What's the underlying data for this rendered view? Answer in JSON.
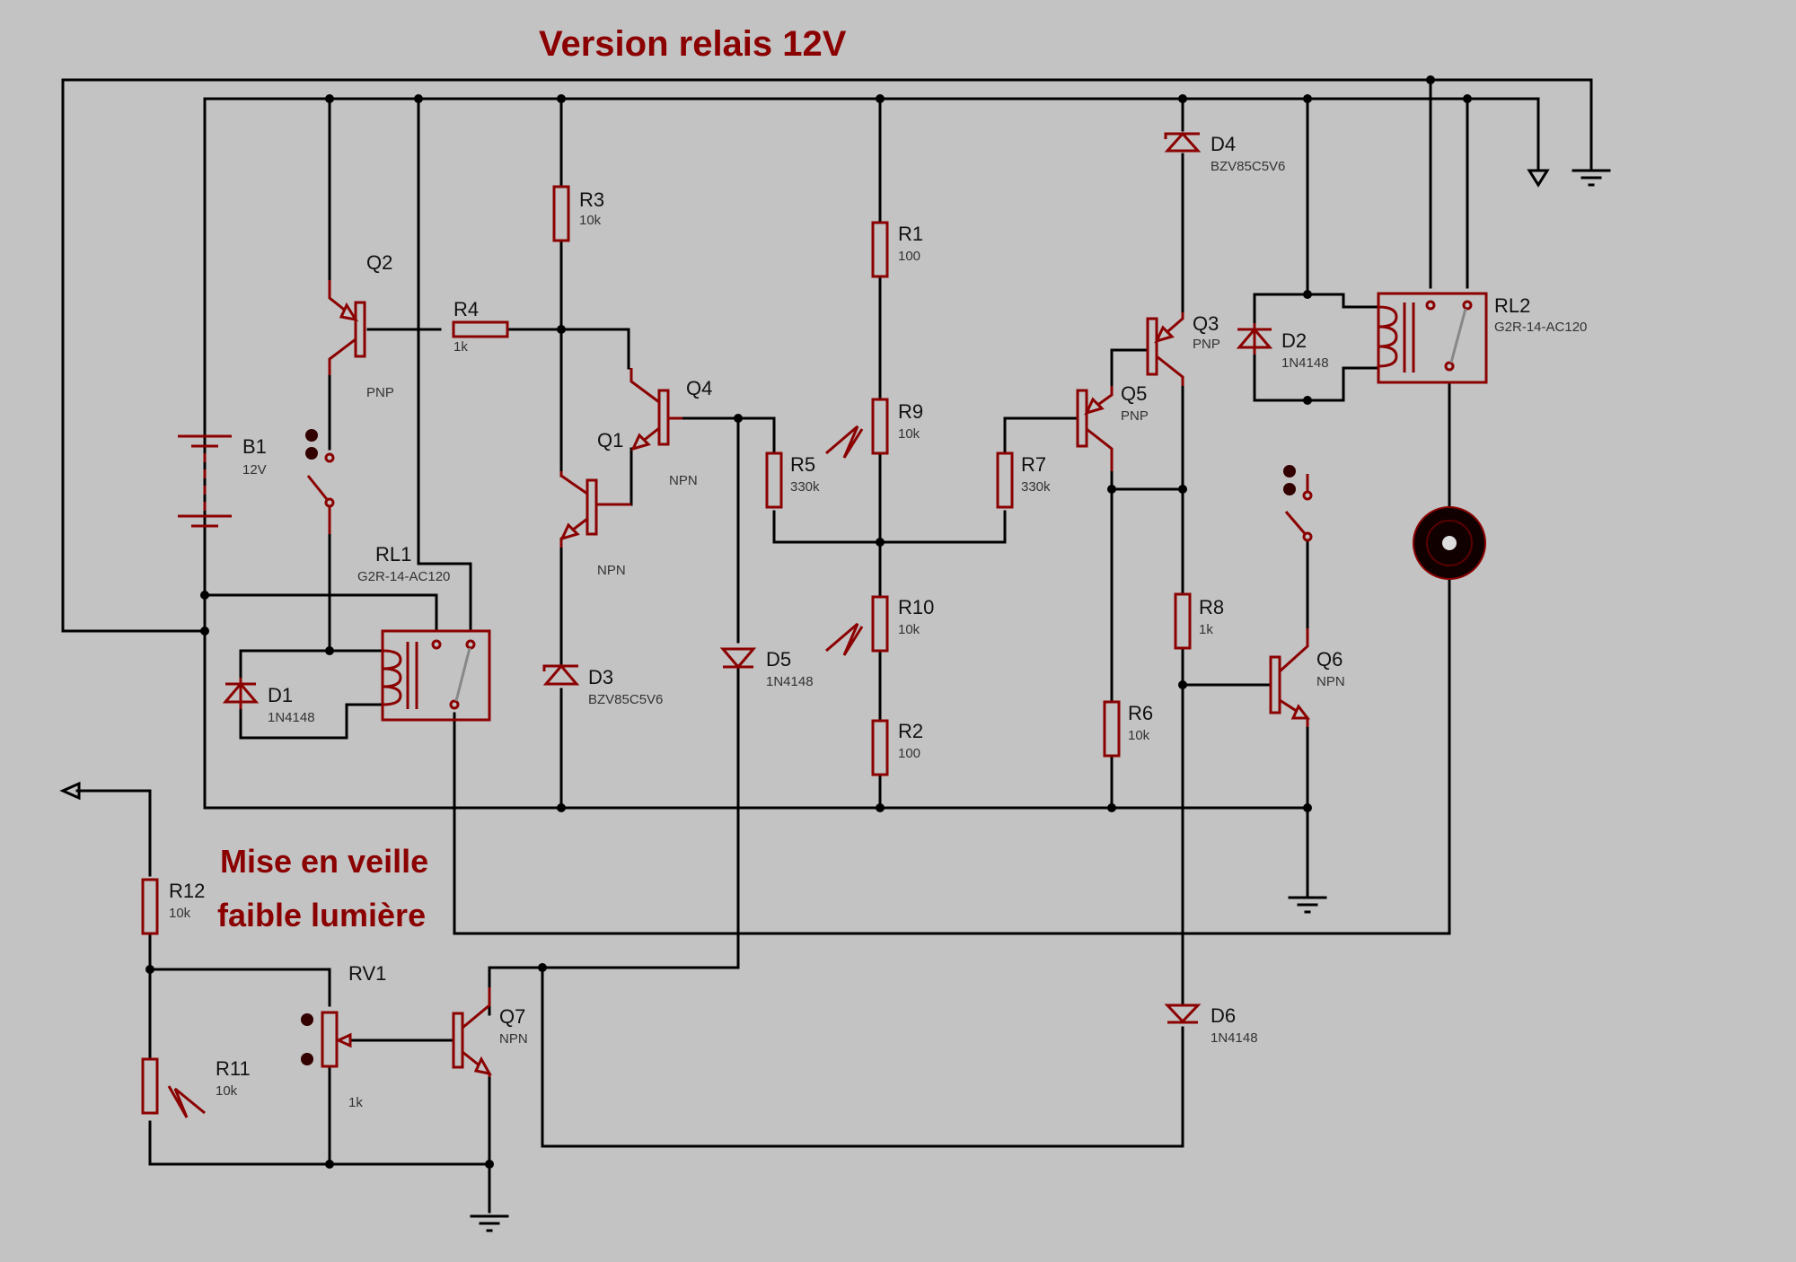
{
  "title": "Version relais 12V",
  "note": {
    "line1": "Mise en veille",
    "line2": "faible lumière"
  },
  "colors": {
    "background": "#c3c3c3",
    "component": "#8b0000",
    "wire": "#000000"
  },
  "components": {
    "B1": {
      "ref": "B1",
      "value": "12V",
      "type": "battery"
    },
    "Q1": {
      "ref": "Q1",
      "value": "NPN",
      "type": "transistor"
    },
    "Q2": {
      "ref": "Q2",
      "value": "PNP",
      "type": "transistor"
    },
    "Q3": {
      "ref": "Q3",
      "value": "PNP",
      "type": "transistor"
    },
    "Q4": {
      "ref": "Q4",
      "value": "NPN",
      "type": "transistor"
    },
    "Q5": {
      "ref": "Q5",
      "value": "PNP",
      "type": "transistor"
    },
    "Q6": {
      "ref": "Q6",
      "value": "NPN",
      "type": "transistor"
    },
    "Q7": {
      "ref": "Q7",
      "value": "NPN",
      "type": "transistor"
    },
    "R1": {
      "ref": "R1",
      "value": "100"
    },
    "R2": {
      "ref": "R2",
      "value": "100"
    },
    "R3": {
      "ref": "R3",
      "value": "10k"
    },
    "R4": {
      "ref": "R4",
      "value": "1k"
    },
    "R5": {
      "ref": "R5",
      "value": "330k"
    },
    "R6": {
      "ref": "R6",
      "value": "10k"
    },
    "R7": {
      "ref": "R7",
      "value": "330k"
    },
    "R8": {
      "ref": "R8",
      "value": "1k"
    },
    "R9": {
      "ref": "R9",
      "value": "10k",
      "type": "LDR"
    },
    "R10": {
      "ref": "R10",
      "value": "10k",
      "type": "LDR"
    },
    "R11": {
      "ref": "R11",
      "value": "10k",
      "type": "LDR"
    },
    "R12": {
      "ref": "R12",
      "value": "10k"
    },
    "RV1": {
      "ref": "RV1",
      "value": "1k",
      "type": "potentiometer"
    },
    "D1": {
      "ref": "D1",
      "value": "1N4148"
    },
    "D2": {
      "ref": "D2",
      "value": "1N4148"
    },
    "D3": {
      "ref": "D3",
      "value": "BZV85C5V6",
      "type": "zener"
    },
    "D4": {
      "ref": "D4",
      "value": "BZV85C5V6",
      "type": "zener"
    },
    "D5": {
      "ref": "D5",
      "value": "1N4148"
    },
    "D6": {
      "ref": "D6",
      "value": "1N4148"
    },
    "RL1": {
      "ref": "RL1",
      "value": "G2R-14-AC120",
      "type": "relay"
    },
    "RL2": {
      "ref": "RL2",
      "value": "G2R-14-AC120",
      "type": "relay"
    }
  }
}
